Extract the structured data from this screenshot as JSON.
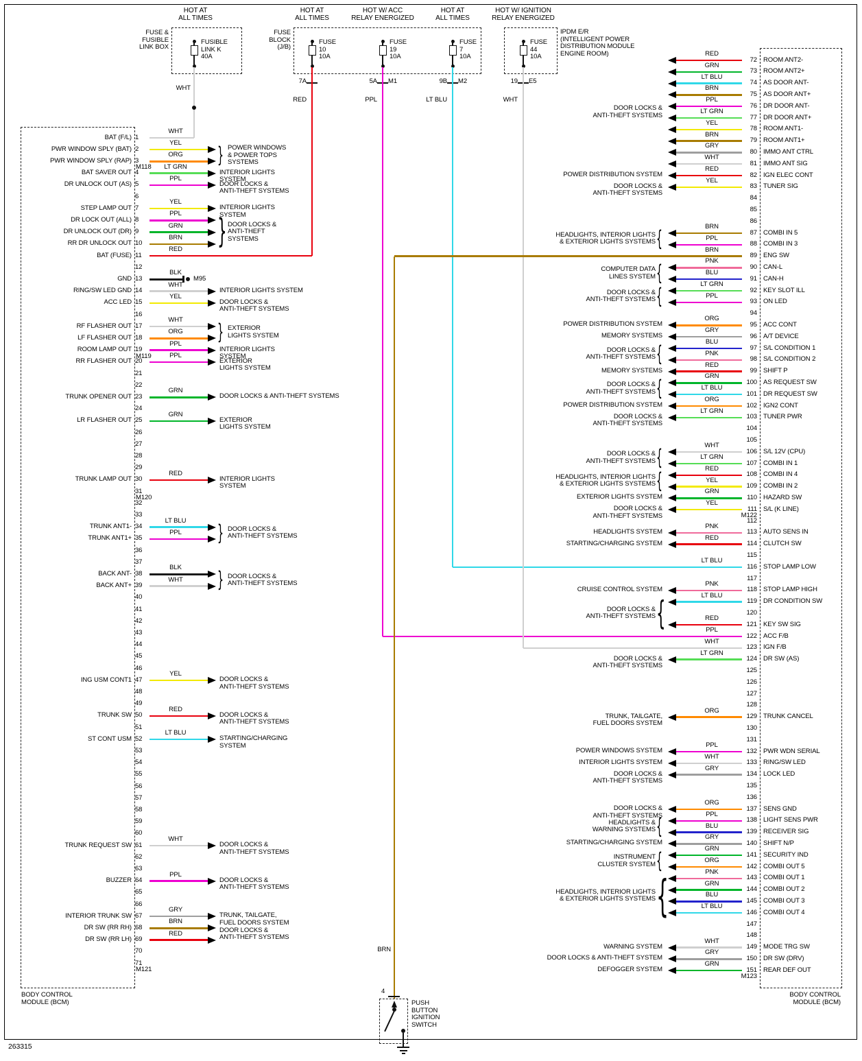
{
  "doc_number": "263315",
  "colors": {
    "RED": "#e8000d",
    "GRN": "#00b52a",
    "LT BLU": "#2fd8e8",
    "BRN": "#a87b00",
    "PPL": "#ee00d0",
    "LT GRN": "#55dd55",
    "YEL": "#f2ea00",
    "GRY": "#9e9e9e",
    "WHT": "#cfcfcf",
    "PNK": "#f06a9a",
    "BLU": "#2222cc",
    "ORG": "#ff8a00",
    "BLK": "#1a1a1a"
  },
  "top": {
    "fusible_link": {
      "header": "HOT AT\nALL TIMES",
      "outer_label": "FUSE &\nFUSIBLE\nLINK BOX",
      "fuse_label": "FUSIBLE\nLINK K\n40A",
      "wire": "WHT"
    },
    "fuse_block_label": "FUSE\nBLOCK\n(J/B)",
    "ipdm_label": "IPDM E/R\n(INTELLIGENT POWER\nDISTRIBUTION MODULE\nENGINE ROOM)",
    "fuses": [
      {
        "header": "HOT AT\nALL TIMES",
        "fuse_label": "FUSE\n10\n10A",
        "conn_left": "7A",
        "conn_right": "",
        "wire": "RED"
      },
      {
        "header": "HOT W/ ACC\nRELAY ENERGIZED",
        "fuse_label": "FUSE\n19\n10A",
        "conn_left": "5A",
        "conn_right": "M1",
        "wire": "PPL"
      },
      {
        "header": "HOT AT\nALL TIMES",
        "fuse_label": "FUSE\n7\n10A",
        "conn_left": "9B",
        "conn_right": "M2",
        "wire": "LT BLU"
      },
      {
        "header": "HOT W/ IGNITION\nRELAY ENERGIZED",
        "fuse_label": "FUSE\n44\n10A",
        "conn_left": "19",
        "conn_right": "E5",
        "wire": "WHT"
      }
    ]
  },
  "left": {
    "box_label": "BODY CONTROL\nMODULE (BCM)",
    "connectors": [
      {
        "label": "M118",
        "after": 3
      },
      {
        "label": "M119",
        "after": 19
      },
      {
        "label": "M120",
        "after": 31
      },
      {
        "label": "M121",
        "after": 71
      }
    ],
    "pins": [
      {
        "n": 1,
        "color": "WHT",
        "signal": "BAT (F/L)",
        "feed": true
      },
      {
        "n": 2,
        "color": "YEL",
        "signal": "PWR WINDOW SPLY (BAT)"
      },
      {
        "n": 3,
        "color": "ORG",
        "signal": "PWR WINDOW SPLY (RAP)"
      },
      {
        "n": 4,
        "color": "LT GRN",
        "signal": "BAT SAVER OUT"
      },
      {
        "n": 5,
        "color": "PPL",
        "signal": "DR UNLOCK OUT (AS)"
      },
      {
        "n": 6
      },
      {
        "n": 7,
        "color": "YEL",
        "signal": "STEP LAMP OUT"
      },
      {
        "n": 8,
        "color": "PPL",
        "signal": "DR LOCK OUT (ALL)"
      },
      {
        "n": 9,
        "color": "GRN",
        "signal": "DR UNLOCK OUT (DR)"
      },
      {
        "n": 10,
        "color": "BRN",
        "signal": "RR DR UNLOCK OUT"
      },
      {
        "n": 11,
        "color": "RED",
        "signal": "BAT (FUSE)",
        "feed": true
      },
      {
        "n": 12
      },
      {
        "n": 13,
        "color": "BLK",
        "signal": "GND",
        "ground": "M95"
      },
      {
        "n": 14,
        "color": "WHT",
        "signal": "RING/SW LED GND"
      },
      {
        "n": 15,
        "color": "YEL",
        "signal": "ACC LED"
      },
      {
        "n": 16
      },
      {
        "n": 17,
        "color": "WHT",
        "signal": "RF FLASHER OUT"
      },
      {
        "n": 18,
        "color": "ORG",
        "signal": "LF FLASHER OUT"
      },
      {
        "n": 19,
        "color": "PPL",
        "signal": "ROOM LAMP OUT"
      },
      {
        "n": 20,
        "color": "PPL",
        "signal": "RR FLASHER OUT"
      },
      {
        "n": 21
      },
      {
        "n": 22
      },
      {
        "n": 23,
        "color": "GRN",
        "signal": "TRUNK OPENER OUT"
      },
      {
        "n": 24
      },
      {
        "n": 25,
        "color": "GRN",
        "signal": "LR FLASHER OUT"
      },
      {
        "n": 26
      },
      {
        "n": 27
      },
      {
        "n": 28
      },
      {
        "n": 29
      },
      {
        "n": 30,
        "color": "RED",
        "signal": "TRUNK LAMP OUT"
      },
      {
        "n": 31
      },
      {
        "n": 32
      },
      {
        "n": 33
      },
      {
        "n": 34,
        "color": "LT BLU",
        "signal": "TRUNK ANT1-"
      },
      {
        "n": 35,
        "color": "PPL",
        "signal": "TRUNK ANT1+"
      },
      {
        "n": 36
      },
      {
        "n": 37
      },
      {
        "n": 38,
        "color": "BLK",
        "signal": "BACK ANT-"
      },
      {
        "n": 39,
        "color": "WHT",
        "signal": "BACK ANT+"
      },
      {
        "n": 40
      },
      {
        "n": 41
      },
      {
        "n": 42
      },
      {
        "n": 43
      },
      {
        "n": 44
      },
      {
        "n": 45
      },
      {
        "n": 46
      },
      {
        "n": 47,
        "color": "YEL",
        "signal": "ING USM CONT1"
      },
      {
        "n": 48
      },
      {
        "n": 49
      },
      {
        "n": 50,
        "color": "RED",
        "signal": "TRUNK SW"
      },
      {
        "n": 51
      },
      {
        "n": 52,
        "color": "LT BLU",
        "signal": "ST CONT USM"
      },
      {
        "n": 53
      },
      {
        "n": 54
      },
      {
        "n": 55
      },
      {
        "n": 56
      },
      {
        "n": 57
      },
      {
        "n": 58
      },
      {
        "n": 59
      },
      {
        "n": 60
      },
      {
        "n": 61,
        "color": "WHT",
        "signal": "TRUNK REQUEST SW"
      },
      {
        "n": 62
      },
      {
        "n": 63
      },
      {
        "n": 64,
        "color": "PPL",
        "signal": "BUZZER"
      },
      {
        "n": 65
      },
      {
        "n": 66
      },
      {
        "n": 67,
        "color": "GRY",
        "signal": "INTERIOR TRUNK SW"
      },
      {
        "n": 68,
        "color": "BRN",
        "signal": "DR SW (RR RH)"
      },
      {
        "n": 69,
        "color": "RED",
        "signal": "DR SW (RR LH)"
      },
      {
        "n": 70
      },
      {
        "n": 71
      }
    ],
    "groups": [
      {
        "from": 2,
        "to": 3,
        "label": "POWER WINDOWS\n& POWER TOPS\nSYSTEMS",
        "brace": true
      },
      {
        "from": 4,
        "to": 4,
        "label": "INTERIOR LIGHTS\nSYSTEM",
        "brace": false
      },
      {
        "from": 5,
        "to": 5,
        "label": "DOOR LOCKS &\nANTI-THEFT SYSTEMS",
        "brace": false
      },
      {
        "from": 7,
        "to": 7,
        "label": "INTERIOR LIGHTS\nSYSTEM",
        "brace": false
      },
      {
        "from": 8,
        "to": 10,
        "label": "DOOR LOCKS &\nANTI-THEFT\nSYSTEMS",
        "brace": true
      },
      {
        "from": 14,
        "to": 14,
        "label": "INTERIOR LIGHTS SYSTEM",
        "brace": false
      },
      {
        "from": 15,
        "to": 15,
        "label": "DOOR LOCKS &\nANTI-THEFT SYSTEMS",
        "brace": false
      },
      {
        "from": 17,
        "to": 18,
        "label": "EXTERIOR\nLIGHTS SYSTEM",
        "brace": true
      },
      {
        "from": 19,
        "to": 19,
        "label": "INTERIOR LIGHTS\nSYSTEM",
        "brace": false
      },
      {
        "from": 20,
        "to": 20,
        "label": "EXTERIOR\nLIGHTS SYSTEM",
        "brace": false
      },
      {
        "from": 23,
        "to": 23,
        "label": "DOOR LOCKS & ANTI-THEFT SYSTEMS",
        "brace": false
      },
      {
        "from": 25,
        "to": 25,
        "label": "EXTERIOR\nLIGHTS SYSTEM",
        "brace": false
      },
      {
        "from": 30,
        "to": 30,
        "label": "INTERIOR LIGHTS\nSYSTEM",
        "brace": false
      },
      {
        "from": 34,
        "to": 35,
        "label": "DOOR LOCKS &\nANTI-THEFT SYSTEMS",
        "brace": true
      },
      {
        "from": 38,
        "to": 39,
        "label": "DOOR LOCKS &\nANTI-THEFT SYSTEMS",
        "brace": true
      },
      {
        "from": 47,
        "to": 47,
        "label": "DOOR LOCKS &\nANTI-THEFT SYSTEMS",
        "brace": false
      },
      {
        "from": 50,
        "to": 50,
        "label": "DOOR LOCKS &\nANTI-THEFT SYSTEMS",
        "brace": false
      },
      {
        "from": 52,
        "to": 52,
        "label": "STARTING/CHARGING\nSYSTEM",
        "brace": false
      },
      {
        "from": 61,
        "to": 61,
        "label": "DOOR LOCKS &\nANTI-THEFT SYSTEMS",
        "brace": false
      },
      {
        "from": 64,
        "to": 64,
        "label": "DOOR LOCKS &\nANTI-THEFT SYSTEMS",
        "brace": false
      },
      {
        "from": 67,
        "to": 67,
        "label": "TRUNK, TAILGATE,\nFUEL DOORS SYSTEM",
        "brace": false
      },
      {
        "from": 68,
        "to": 69,
        "label": "DOOR LOCKS &\nANTI-THEFT SYSTEMS",
        "brace": false
      }
    ]
  },
  "right": {
    "box_label": "BODY CONTROL\nMODULE (BCM)",
    "connectors": [
      {
        "label": "M122",
        "after": 111
      },
      {
        "label": "M123",
        "after": 151
      }
    ],
    "pins": [
      {
        "n": 72,
        "color": "RED",
        "signal": "ROOM ANT2-"
      },
      {
        "n": 73,
        "color": "GRN",
        "signal": "ROOM ANT2+"
      },
      {
        "n": 74,
        "color": "LT BLU",
        "signal": "AS DOOR ANT-"
      },
      {
        "n": 75,
        "color": "BRN",
        "signal": "AS DOOR ANT+"
      },
      {
        "n": 76,
        "color": "PPL",
        "signal": "DR DOOR ANT-"
      },
      {
        "n": 77,
        "color": "LT GRN",
        "signal": "DR DOOR ANT+"
      },
      {
        "n": 78,
        "color": "YEL",
        "signal": "ROOM ANT1-"
      },
      {
        "n": 79,
        "color": "BRN",
        "signal": "ROOM ANT1+"
      },
      {
        "n": 80,
        "color": "GRY",
        "signal": "IMMO ANT CTRL"
      },
      {
        "n": 81,
        "color": "WHT",
        "signal": "IMMO ANT SIG"
      },
      {
        "n": 82,
        "color": "RED",
        "signal": "IGN ELEC CONT"
      },
      {
        "n": 83,
        "color": "YEL",
        "signal": "TUNER SIG"
      },
      {
        "n": 84
      },
      {
        "n": 85
      },
      {
        "n": 86
      },
      {
        "n": 87,
        "color": "BRN",
        "signal": "COMBI IN 5"
      },
      {
        "n": 88,
        "color": "PPL",
        "signal": "COMBI IN 3"
      },
      {
        "n": 89,
        "color": "BRN",
        "signal": "ENG SW",
        "feed": true
      },
      {
        "n": 90,
        "color": "PNK",
        "signal": "CAN-L"
      },
      {
        "n": 91,
        "color": "BLU",
        "signal": "CAN-H"
      },
      {
        "n": 92,
        "color": "LT GRN",
        "signal": "KEY SLOT ILL"
      },
      {
        "n": 93,
        "color": "PPL",
        "signal": "ON LED"
      },
      {
        "n": 94
      },
      {
        "n": 95,
        "color": "ORG",
        "signal": "ACC CONT"
      },
      {
        "n": 96,
        "color": "GRY",
        "signal": "A/T DEVICE"
      },
      {
        "n": 97,
        "color": "BLU",
        "signal": "S/L CONDITION 1"
      },
      {
        "n": 98,
        "color": "PNK",
        "signal": "S/L CONDITION 2"
      },
      {
        "n": 99,
        "color": "RED",
        "signal": "SHIFT P"
      },
      {
        "n": 100,
        "color": "GRN",
        "signal": "AS REQUEST SW"
      },
      {
        "n": 101,
        "color": "LT BLU",
        "signal": "DR REQUEST SW"
      },
      {
        "n": 102,
        "color": "ORG",
        "signal": "IGN2 CONT"
      },
      {
        "n": 103,
        "color": "LT GRN",
        "signal": "TUNER PWR"
      },
      {
        "n": 104
      },
      {
        "n": 105
      },
      {
        "n": 106,
        "color": "WHT",
        "signal": "S/L 12V (CPU)"
      },
      {
        "n": 107,
        "color": "LT GRN",
        "signal": "COMBI IN 1"
      },
      {
        "n": 108,
        "color": "RED",
        "signal": "COMBI IN 4"
      },
      {
        "n": 109,
        "color": "YEL",
        "signal": "COMBI IN 2"
      },
      {
        "n": 110,
        "color": "GRN",
        "signal": "HAZARD SW"
      },
      {
        "n": 111,
        "color": "YEL",
        "signal": "S/L (K LINE)"
      },
      {
        "n": 112
      },
      {
        "n": 113,
        "color": "PNK",
        "signal": "AUTO SENS IN"
      },
      {
        "n": 114,
        "color": "RED",
        "signal": "CLUTCH SW"
      },
      {
        "n": 115
      },
      {
        "n": 116,
        "color": "LT BLU",
        "signal": "STOP LAMP LOW",
        "feed": true
      },
      {
        "n": 117
      },
      {
        "n": 118,
        "color": "PNK",
        "signal": "STOP LAMP HIGH"
      },
      {
        "n": 119,
        "color": "LT BLU",
        "signal": "DR CONDITION SW"
      },
      {
        "n": 120
      },
      {
        "n": 121,
        "color": "RED",
        "signal": "KEY SW SIG"
      },
      {
        "n": 122,
        "color": "PPL",
        "signal": "ACC F/B",
        "feed": true
      },
      {
        "n": 123,
        "color": "WHT",
        "signal": "IGN F/B",
        "feed": true
      },
      {
        "n": 124,
        "color": "LT GRN",
        "signal": "DR SW (AS)"
      },
      {
        "n": 125
      },
      {
        "n": 126
      },
      {
        "n": 127
      },
      {
        "n": 128
      },
      {
        "n": 129,
        "color": "ORG",
        "signal": "TRUNK CANCEL"
      },
      {
        "n": 130
      },
      {
        "n": 131
      },
      {
        "n": 132,
        "color": "PPL",
        "signal": "PWR WDN SERIAL"
      },
      {
        "n": 133,
        "color": "WHT",
        "signal": "RING/SW LED"
      },
      {
        "n": 134,
        "color": "GRY",
        "signal": "LOCK LED"
      },
      {
        "n": 135
      },
      {
        "n": 136
      },
      {
        "n": 137,
        "color": "ORG",
        "signal": "SENS GND"
      },
      {
        "n": 138,
        "color": "PPL",
        "signal": "LIGHT SENS PWR"
      },
      {
        "n": 139,
        "color": "BLU",
        "signal": "RECEIVER SIG"
      },
      {
        "n": 140,
        "color": "GRY",
        "signal": "SHIFT N/P"
      },
      {
        "n": 141,
        "color": "GRN",
        "signal": "SECURITY IND"
      },
      {
        "n": 142,
        "color": "ORG",
        "signal": "COMBI OUT 5"
      },
      {
        "n": 143,
        "color": "PNK",
        "signal": "COMBI OUT 1"
      },
      {
        "n": 144,
        "color": "GRN",
        "signal": "COMBI OUT 2"
      },
      {
        "n": 145,
        "color": "BLU",
        "signal": "COMBI OUT 3"
      },
      {
        "n": 146,
        "color": "LT BLU",
        "signal": "COMBI OUT 4"
      },
      {
        "n": 147
      },
      {
        "n": 148
      },
      {
        "n": 149,
        "color": "WHT",
        "signal": "MODE TRG SW"
      },
      {
        "n": 150,
        "color": "GRY",
        "signal": "DR SW (DRV)"
      },
      {
        "n": 151,
        "color": "GRN",
        "signal": "REAR DEF OUT"
      }
    ],
    "groups": [
      {
        "from": 72,
        "to": 81,
        "label": "DOOR LOCKS &\nANTI-THEFT SYSTEMS",
        "brace": false
      },
      {
        "from": 82,
        "to": 82,
        "label": "POWER DISTRIBUTION SYSTEM",
        "brace": false
      },
      {
        "from": 83,
        "to": 83,
        "label": "DOOR LOCKS &\nANTI-THEFT SYSTEMS",
        "brace": false
      },
      {
        "from": 87,
        "to": 88,
        "label": "HEADLIGHTS, INTERIOR LIGHTS\n& EXTERIOR LIGHTS SYSTEMS",
        "brace": true
      },
      {
        "from": 90,
        "to": 91,
        "label": "COMPUTER DATA\nLINES SYSTEM",
        "brace": true
      },
      {
        "from": 92,
        "to": 93,
        "label": "DOOR LOCKS &\nANTI-THEFT SYSTEMS",
        "brace": true
      },
      {
        "from": 95,
        "to": 95,
        "label": "POWER DISTRIBUTION SYSTEM",
        "brace": false
      },
      {
        "from": 96,
        "to": 96,
        "label": "MEMORY SYSTEMS",
        "brace": false
      },
      {
        "from": 97,
        "to": 98,
        "label": "DOOR LOCKS &\nANTI-THEFT SYSTEMS",
        "brace": true
      },
      {
        "from": 99,
        "to": 99,
        "label": "MEMORY SYSTEMS",
        "brace": false
      },
      {
        "from": 100,
        "to": 101,
        "label": "DOOR LOCKS &\nANTI-THEFT SYSTEMS",
        "brace": true
      },
      {
        "from": 102,
        "to": 102,
        "label": "POWER DISTRIBUTION SYSTEM",
        "brace": false
      },
      {
        "from": 103,
        "to": 103,
        "label": "DOOR LOCKS &\nANTI-THEFT SYSTEMS",
        "brace": false
      },
      {
        "from": 106,
        "to": 107,
        "label": "DOOR LOCKS &\nANTI-THEFT SYSTEMS",
        "brace": true
      },
      {
        "from": 108,
        "to": 109,
        "label": "HEADLIGHTS, INTERIOR LIGHTS\n& EXTERIOR LIGHTS SYSTEMS",
        "brace": true
      },
      {
        "from": 110,
        "to": 110,
        "label": "EXTERIOR LIGHTS SYSTEM",
        "brace": false
      },
      {
        "from": 111,
        "to": 111,
        "label": "DOOR LOCKS &\nANTI-THEFT SYSTEMS",
        "brace": false
      },
      {
        "from": 113,
        "to": 113,
        "label": "HEADLIGHTS SYSTEM",
        "brace": false
      },
      {
        "from": 114,
        "to": 114,
        "label": "STARTING/CHARGING SYSTEM",
        "brace": false
      },
      {
        "from": 118,
        "to": 118,
        "label": "CRUISE CONTROL SYSTEM",
        "brace": false
      },
      {
        "from": 119,
        "to": 121,
        "label": "DOOR LOCKS &\nANTI-THEFT SYSTEMS",
        "brace": true
      },
      {
        "from": 124,
        "to": 124,
        "label": "DOOR LOCKS &\nANTI-THEFT SYSTEMS",
        "brace": false
      },
      {
        "from": 129,
        "to": 129,
        "label": "TRUNK, TAILGATE,\nFUEL DOORS SYSTEM",
        "brace": false
      },
      {
        "from": 132,
        "to": 132,
        "label": "POWER WINDOWS SYSTEM",
        "brace": false
      },
      {
        "from": 133,
        "to": 133,
        "label": "INTERIOR LIGHTS SYSTEM",
        "brace": false
      },
      {
        "from": 134,
        "to": 134,
        "label": "DOOR LOCKS &\nANTI-THEFT SYSTEMS",
        "brace": false
      },
      {
        "from": 137,
        "to": 137,
        "label": "DOOR LOCKS &\nANTI-THEFT SYSTEMS",
        "brace": false
      },
      {
        "from": 138,
        "to": 139,
        "label": "HEADLIGHTS &\nWARNING SYSTEMS",
        "brace": true
      },
      {
        "from": 140,
        "to": 140,
        "label": "STARTING/CHARGING SYSTEM",
        "brace": false
      },
      {
        "from": 141,
        "to": 142,
        "label": "INSTRUMENT\nCLUSTER SYSTEM",
        "brace": true
      },
      {
        "from": 143,
        "to": 146,
        "label": "HEADLIGHTS, INTERIOR LIGHTS\n& EXTERIOR LIGHTS SYSTEMS",
        "brace": true
      },
      {
        "from": 149,
        "to": 149,
        "label": "WARNING SYSTEM",
        "brace": false
      },
      {
        "from": 150,
        "to": 150,
        "label": "DOOR LOCKS & ANTI-THEFT SYSTEM",
        "brace": false
      },
      {
        "from": 151,
        "to": 151,
        "label": "DEFOGGER SYSTEM",
        "brace": false
      }
    ]
  },
  "ignition_switch": {
    "pin": "4",
    "label": "PUSH\nBUTTON\nIGNITION\nSWITCH",
    "wire": "BRN"
  }
}
